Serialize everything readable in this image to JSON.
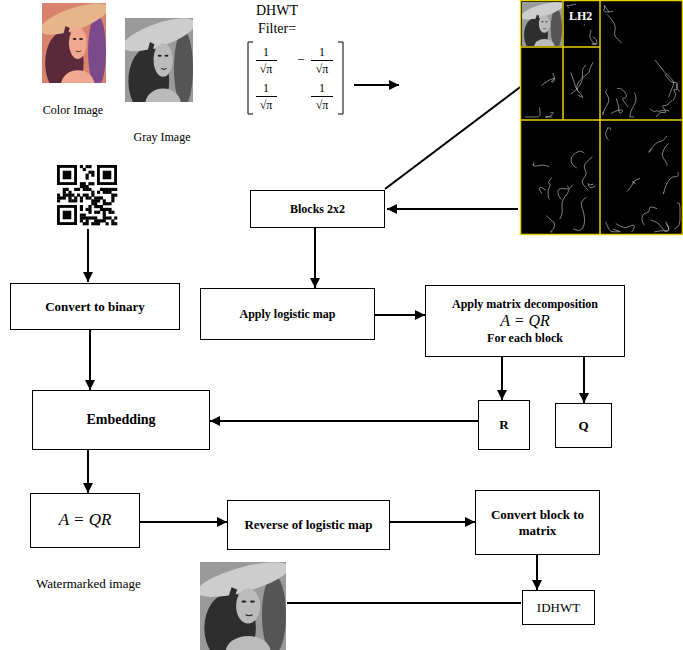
{
  "diagram": {
    "nodes": [
      {
        "text": [
          "Blocks 2x2"
        ]
      },
      {
        "text": [
          "Convert to binary"
        ]
      },
      {
        "text": [
          "Apply logistic map"
        ]
      },
      {
        "text": [
          "Apply matrix decomposition",
          "A = QR",
          "For each block"
        ]
      },
      {
        "text": [
          "Embedding"
        ]
      },
      {
        "text": [
          "R"
        ]
      },
      {
        "text": [
          "Q"
        ]
      },
      {
        "text": [
          "A = QR"
        ]
      },
      {
        "text": [
          "Reverse of logistic map"
        ]
      },
      {
        "text": [
          "Convert block to matrix"
        ]
      },
      {
        "text": [
          "IDHWT"
        ]
      }
    ],
    "edges": [
      {
        "from": 0,
        "to": 2,
        "arrow": "to"
      },
      {
        "from": 2,
        "to": 3,
        "arrow": "to"
      },
      {
        "from": 3,
        "to": 5,
        "arrow": "to"
      },
      {
        "from": 3,
        "to": 6,
        "arrow": "to"
      },
      {
        "from": 5,
        "to": 4,
        "arrow": "to"
      },
      {
        "from": 1,
        "to": 4,
        "arrow": "to"
      },
      {
        "from": 4,
        "to": 7,
        "arrow": "to"
      },
      {
        "from": 7,
        "to": 8,
        "arrow": "to"
      },
      {
        "from": 8,
        "to": 9,
        "arrow": "to"
      },
      {
        "from": 9,
        "to": 10,
        "arrow": "to"
      }
    ],
    "labels": [
      "Color Image",
      "Gray Image",
      "DHWT",
      "Filter=",
      "1",
      "√π",
      "−",
      "1",
      "√π",
      "1",
      "√π",
      "1",
      "√π",
      "LH2",
      "Watermarked image"
    ]
  }
}
